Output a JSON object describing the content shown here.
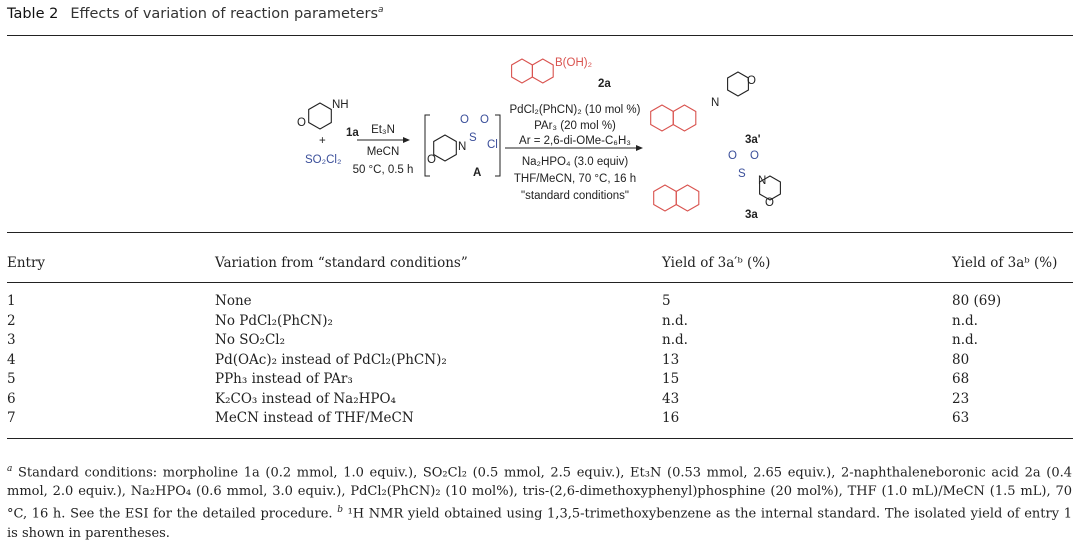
{
  "caption": {
    "label": "Table 2",
    "title": "Effects of variation of reaction parameters",
    "mark": "a"
  },
  "scheme": {
    "reagent_1a": "1a",
    "nh": "NH",
    "o": "O",
    "plus": "+",
    "so2cl2": "SO₂Cl₂",
    "step1": {
      "above": "Et₃N",
      "below1": "MeCN",
      "below2": "50 °C, 0.5 h"
    },
    "intermediate": {
      "label": "A",
      "n": "N",
      "s": "S",
      "cl": "Cl",
      "o": "O"
    },
    "boronic": {
      "group": "B(OH)₂",
      "label": "2a"
    },
    "step2": {
      "l1": "PdCl₂(PhCN)₂ (10 mol %)",
      "l2": "PAr₃ (20 mol %)",
      "l3": "Ar = 2,6-di-OMe-C₆H₃",
      "l4": "Na₂HPO₄ (3.0 equiv)",
      "l5": "THF/MeCN, 70 °C, 16 h",
      "l6": "\"standard conditions\""
    },
    "product_amine": {
      "label": "3a'",
      "n": "N",
      "o": "O"
    },
    "product_sulfonamide": {
      "label": "3a",
      "n": "N",
      "s": "S",
      "o": "O"
    },
    "colors": {
      "aryl": "#d9534f",
      "sulfonyl": "#3b4f9a"
    }
  },
  "table": {
    "headers": [
      "Entry",
      "Variation from “standard conditions”",
      "Yield of 3a′ᵇ (%)",
      "Yield of 3aᵇ (%)"
    ],
    "rows": [
      [
        "1",
        "None",
        "5",
        "80 (69)"
      ],
      [
        "2",
        "No PdCl₂(PhCN)₂",
        "n.d.",
        "n.d."
      ],
      [
        "3",
        "No SO₂Cl₂",
        "n.d.",
        "n.d."
      ],
      [
        "4",
        "Pd(OAc)₂ instead of PdCl₂(PhCN)₂",
        "13",
        "80"
      ],
      [
        "5",
        "PPh₃ instead of PAr₃",
        "15",
        "68"
      ],
      [
        "6",
        "K₂CO₃ instead of Na₂HPO₄",
        "43",
        "23"
      ],
      [
        "7",
        "MeCN instead of THF/MeCN",
        "16",
        "63"
      ]
    ]
  },
  "footnote": {
    "mark_a": "a",
    "text_a": "Standard conditions: morpholine 1a (0.2 mmol, 1.0 equiv.), SO₂Cl₂ (0.5 mmol, 2.5 equiv.), Et₃N (0.53 mmol, 2.65 equiv.), 2-naphthaleneboronic acid 2a (0.4 mmol, 2.0 equiv.), Na₂HPO₄ (0.6 mmol, 3.0 equiv.), PdCl₂(PhCN)₂ (10 mol%), tris-(2,6-dimethoxyphenyl)phosphine (20 mol%), THF (1.0 mL)/MeCN (1.5 mL), 70 °C, 16 h. See the ESI for the detailed procedure.",
    "mark_b": "b",
    "text_b": "¹H NMR yield obtained using 1,3,5-trimethoxybenzene as the internal standard. The isolated yield of entry 1 is shown in parentheses."
  }
}
